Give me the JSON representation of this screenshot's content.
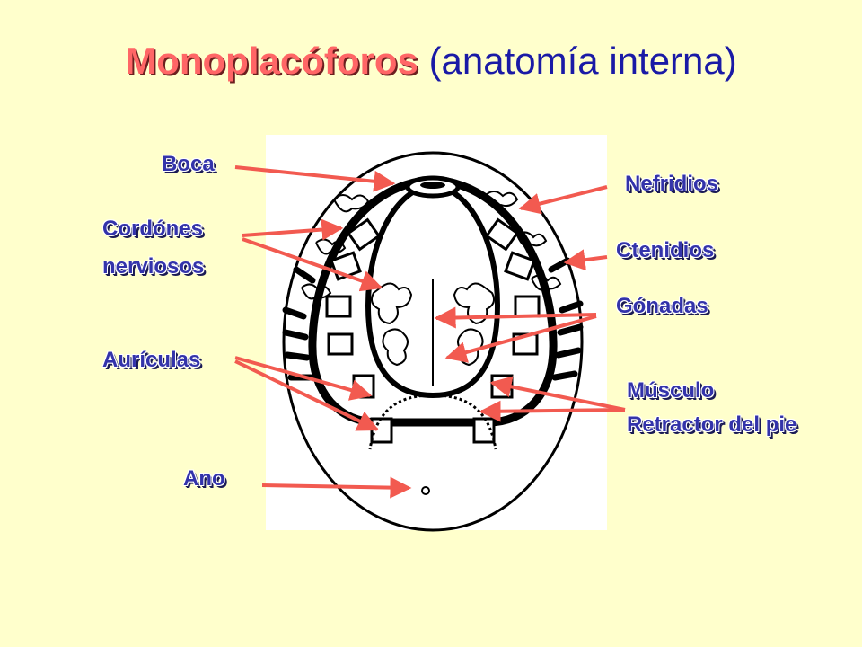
{
  "title": {
    "main": "Monoplacóforos",
    "sub": "(anatomía interna)"
  },
  "labels": {
    "boca": "Boca",
    "cordones_1": "Cordónes",
    "cordones_2": "nerviosos",
    "auriculas": "Aurículas",
    "ano": "Ano",
    "nefridios": "Nefridios",
    "ctenidios": "Ctenidios",
    "gonadas": "Gónadas",
    "musculo_1": "Músculo",
    "musculo_2": "Retractor del pie"
  },
  "colors": {
    "background": "#ffffcc",
    "title": "#ff6666",
    "subtitle": "#1a1aa6",
    "label": "#3333aa",
    "arrow": "#f25a50"
  }
}
